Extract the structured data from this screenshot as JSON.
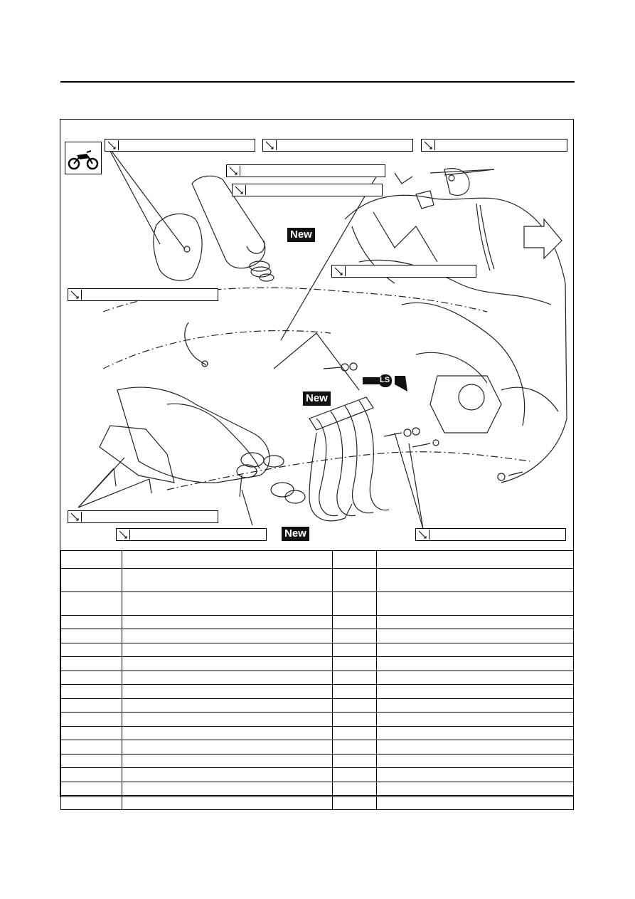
{
  "badges": {
    "new_1": "New",
    "new_2": "New",
    "new_3": "New",
    "ls": "LS"
  },
  "icons": {
    "vehicle": "motorcycle-icon",
    "torque": "torque-wrench-icon",
    "direction": "forward-arrow-icon"
  },
  "parts_table": {
    "row_count": 17
  }
}
